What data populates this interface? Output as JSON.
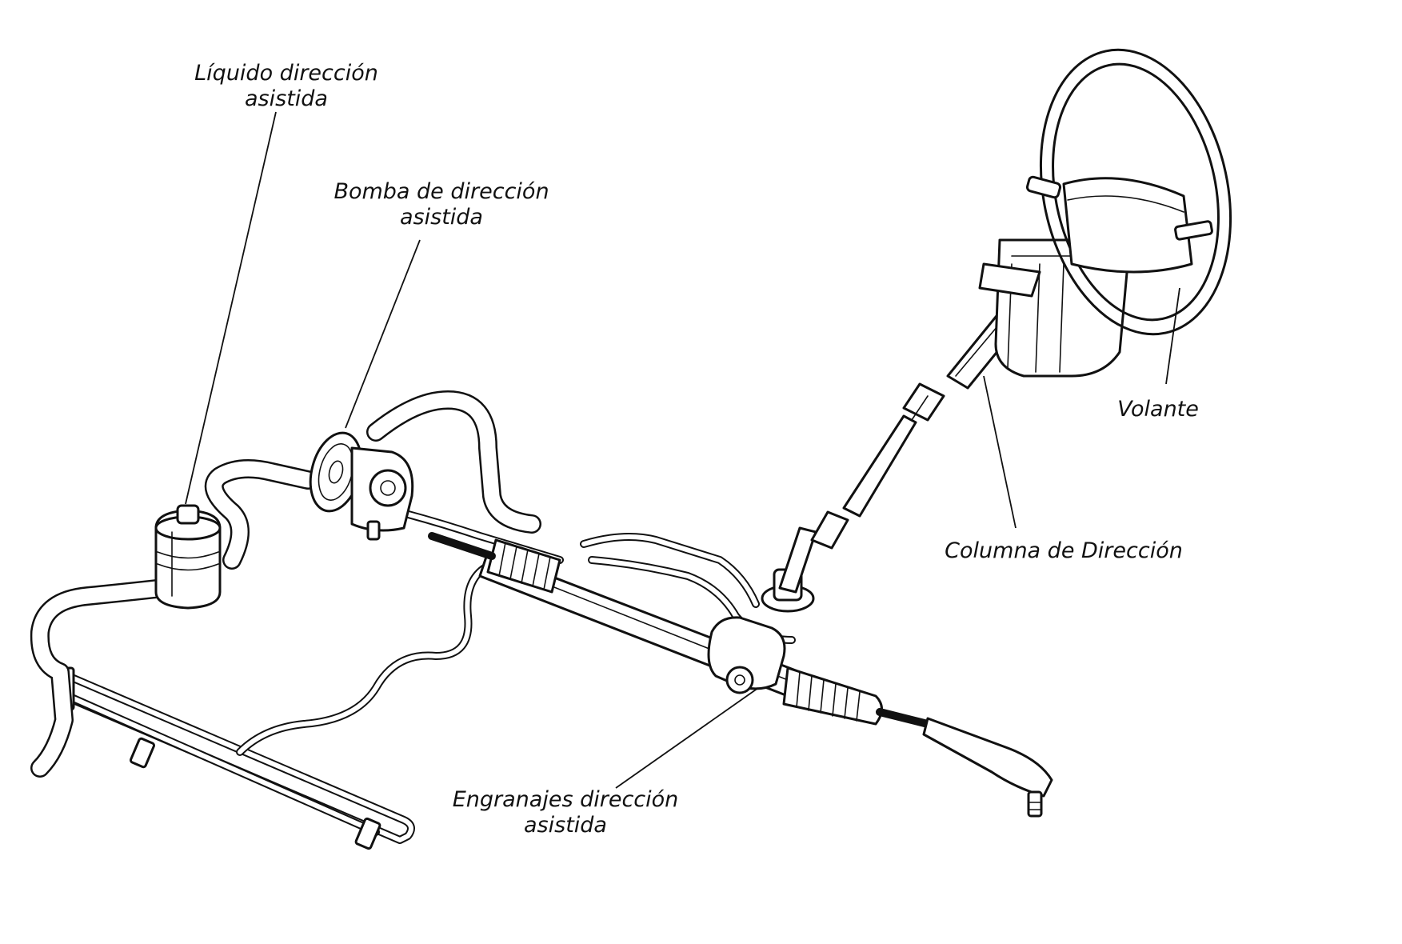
{
  "diagram": {
    "labels": {
      "reservoir": [
        "Líquido dirección",
        "asistida"
      ],
      "pump": [
        "Bomba de dirección",
        "asistida"
      ],
      "steering_wheel": [
        "Volante"
      ],
      "steering_column": [
        "Columna de Dirección"
      ],
      "rack_gear": [
        "Engranajes dirección",
        "asistida"
      ]
    }
  }
}
